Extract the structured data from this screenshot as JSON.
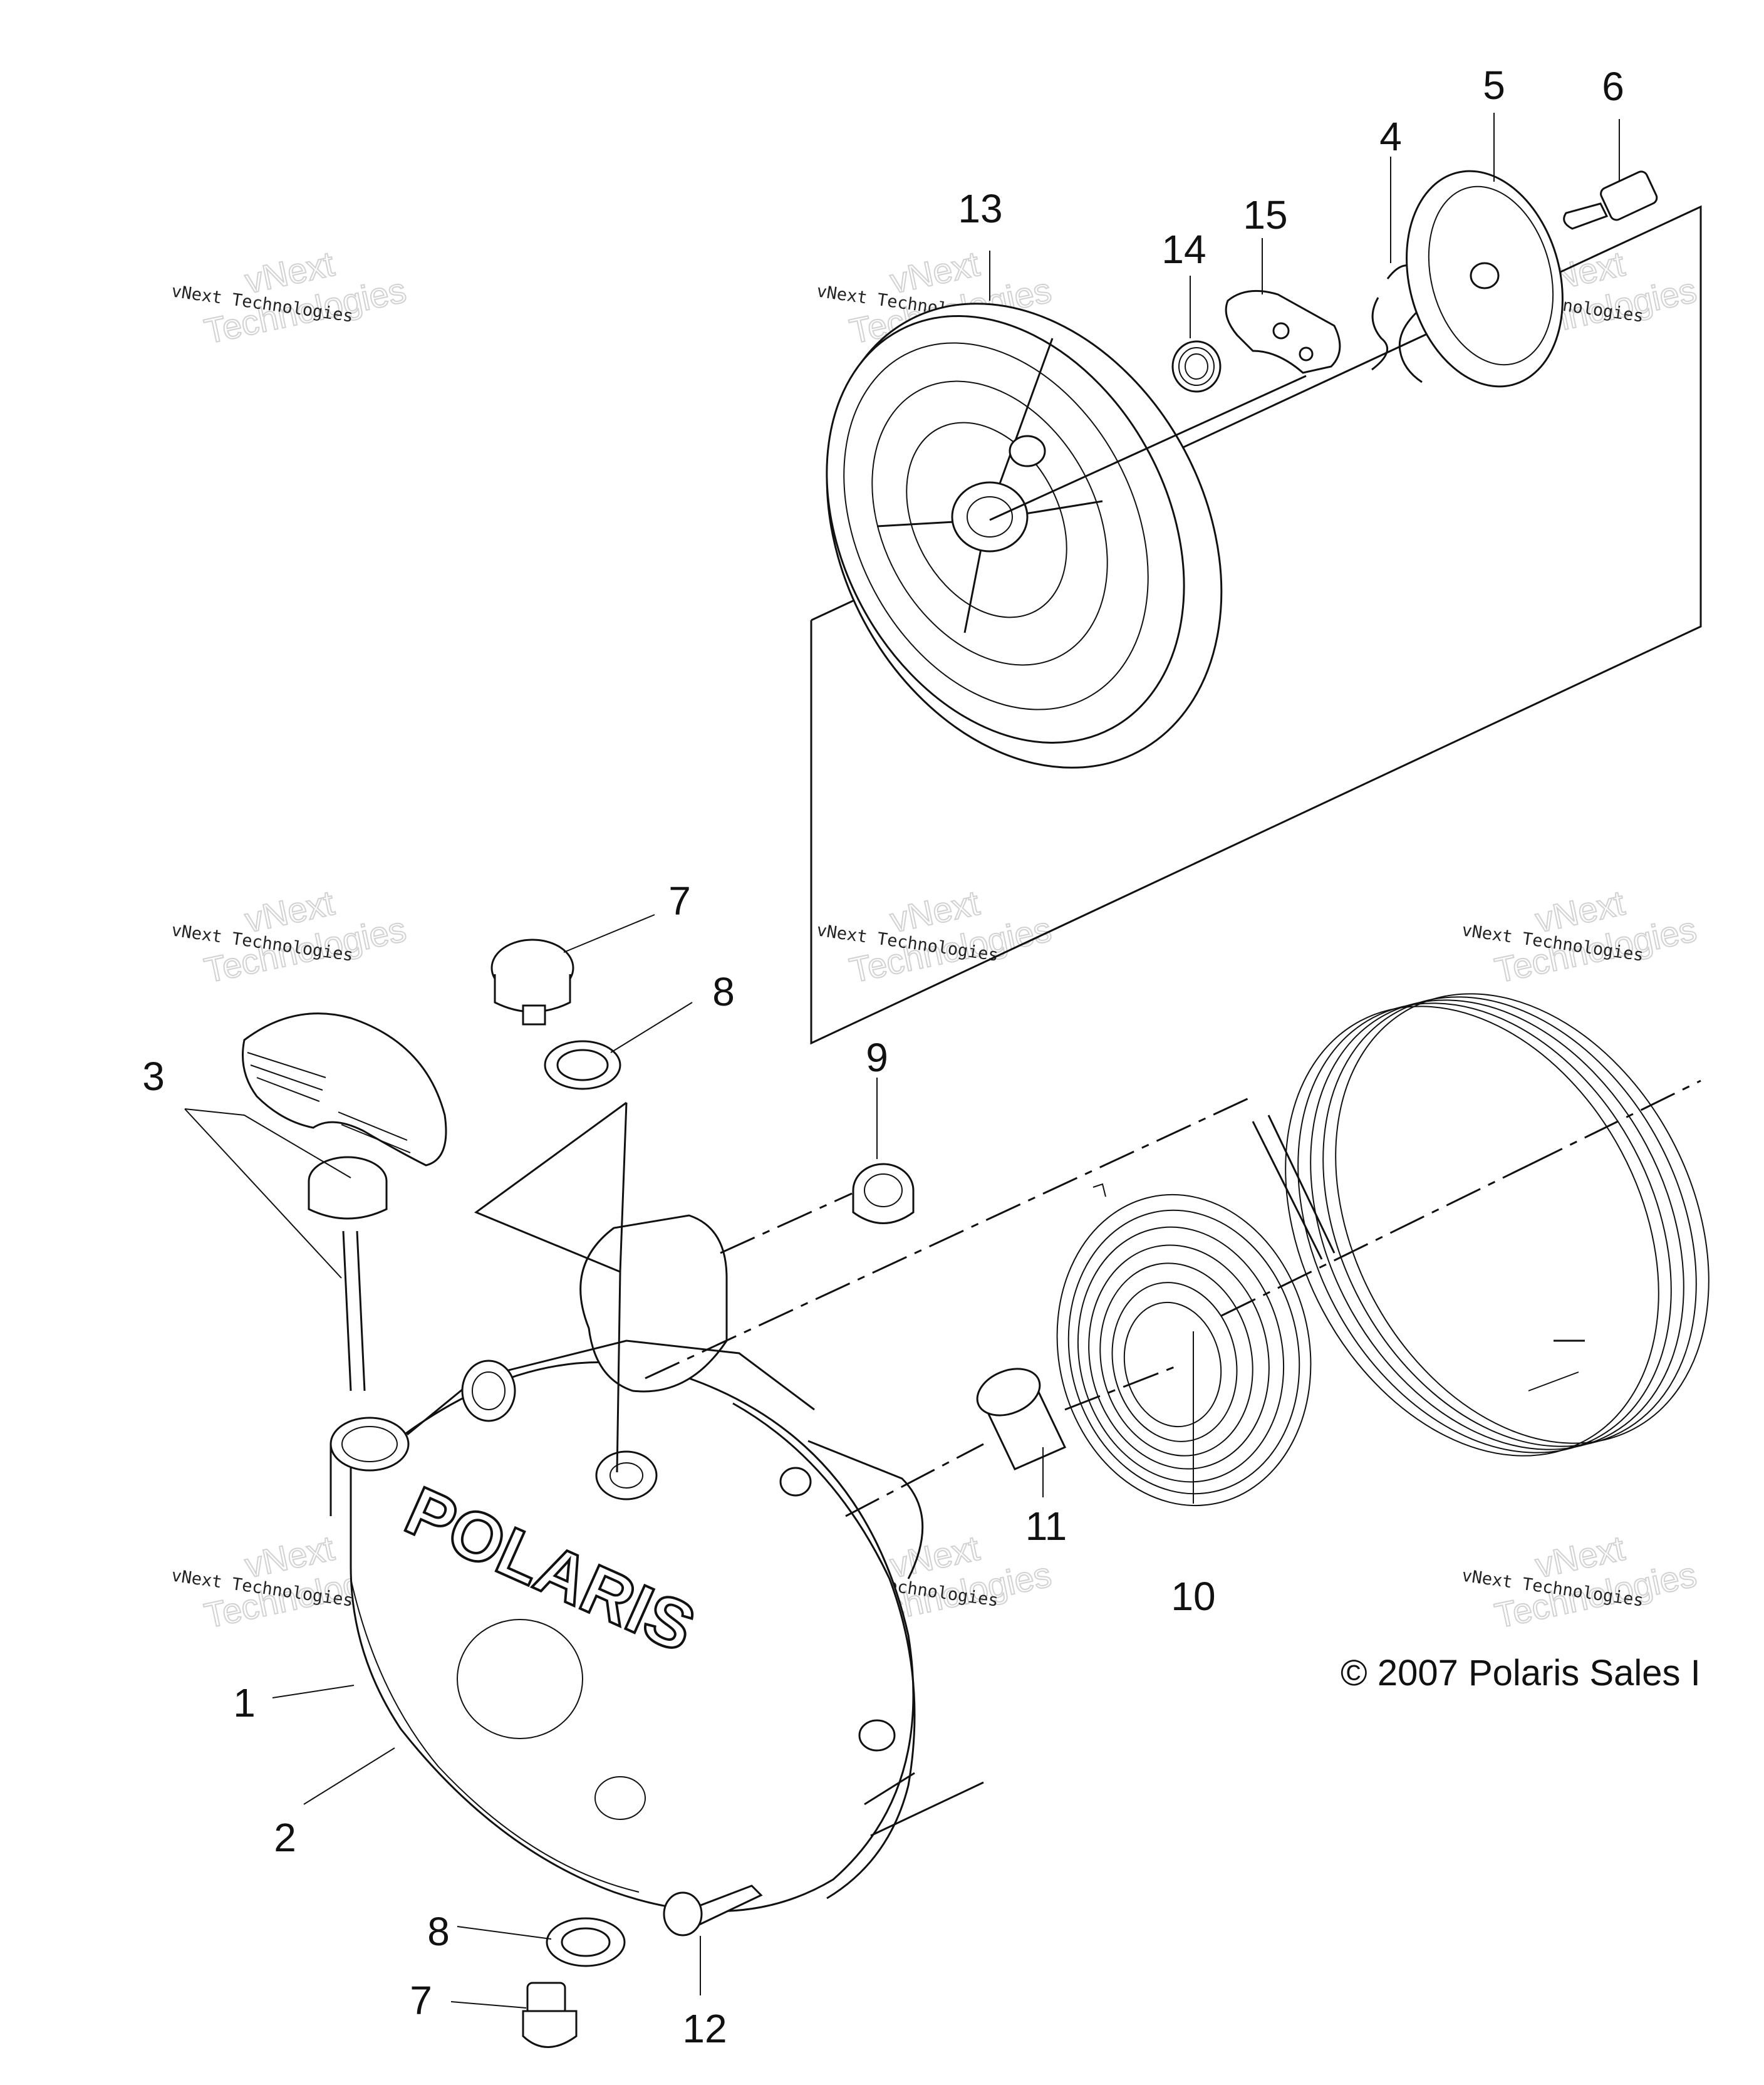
{
  "callouts": [
    {
      "id": "1",
      "label": "1"
    },
    {
      "id": "2",
      "label": "2"
    },
    {
      "id": "3",
      "label": "3"
    },
    {
      "id": "4",
      "label": "4"
    },
    {
      "id": "5",
      "label": "5"
    },
    {
      "id": "6",
      "label": "6"
    },
    {
      "id": "7a",
      "label": "7"
    },
    {
      "id": "7b",
      "label": "7"
    },
    {
      "id": "8a",
      "label": "8"
    },
    {
      "id": "8b",
      "label": "8"
    },
    {
      "id": "9",
      "label": "9"
    },
    {
      "id": "10",
      "label": "10"
    },
    {
      "id": "11",
      "label": "11"
    },
    {
      "id": "12",
      "label": "12"
    },
    {
      "id": "13",
      "label": "13"
    },
    {
      "id": "14",
      "label": "14"
    },
    {
      "id": "15",
      "label": "15"
    }
  ],
  "copyright": "© 2007 Polaris Sales I",
  "brand_text": "POLARIS",
  "watermark": {
    "line1": "vNext Technologies",
    "line2": "vNext",
    "line3": "Technologies"
  }
}
